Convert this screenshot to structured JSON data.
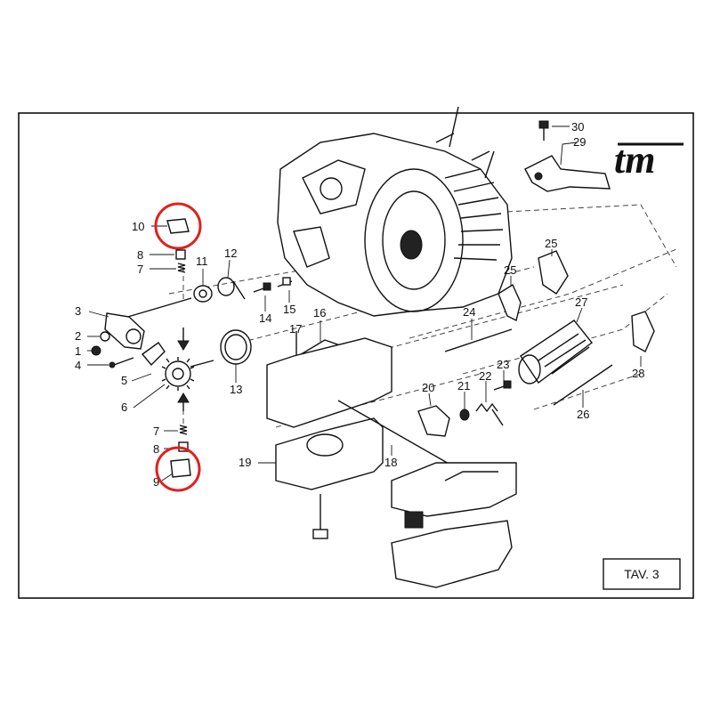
{
  "logo": {
    "text": "tm"
  },
  "plate": {
    "label": "TAV. 3"
  },
  "callouts": [
    {
      "id": "1",
      "text": "1"
    },
    {
      "id": "2",
      "text": "2"
    },
    {
      "id": "3",
      "text": "3"
    },
    {
      "id": "4",
      "text": "4"
    },
    {
      "id": "5",
      "text": "5"
    },
    {
      "id": "6",
      "text": "6"
    },
    {
      "id": "7a",
      "text": "7"
    },
    {
      "id": "7b",
      "text": "7"
    },
    {
      "id": "8a",
      "text": "8"
    },
    {
      "id": "8b",
      "text": "8"
    },
    {
      "id": "9",
      "text": "9"
    },
    {
      "id": "10",
      "text": "10"
    },
    {
      "id": "11",
      "text": "11"
    },
    {
      "id": "12",
      "text": "12"
    },
    {
      "id": "13",
      "text": "13"
    },
    {
      "id": "14",
      "text": "14"
    },
    {
      "id": "15",
      "text": "15"
    },
    {
      "id": "16",
      "text": "16"
    },
    {
      "id": "17",
      "text": "17"
    },
    {
      "id": "18",
      "text": "18"
    },
    {
      "id": "19",
      "text": "19"
    },
    {
      "id": "20",
      "text": "20"
    },
    {
      "id": "21",
      "text": "21"
    },
    {
      "id": "22",
      "text": "22"
    },
    {
      "id": "23",
      "text": "23"
    },
    {
      "id": "24",
      "text": "24"
    },
    {
      "id": "25a",
      "text": "25"
    },
    {
      "id": "25b",
      "text": "25"
    },
    {
      "id": "26",
      "text": "26"
    },
    {
      "id": "27",
      "text": "27"
    },
    {
      "id": "28",
      "text": "28"
    },
    {
      "id": "29",
      "text": "29"
    },
    {
      "id": "30",
      "text": "30"
    }
  ],
  "highlights": [
    {
      "part": "10",
      "color": "#e02020"
    },
    {
      "part": "9",
      "color": "#e02020"
    }
  ]
}
